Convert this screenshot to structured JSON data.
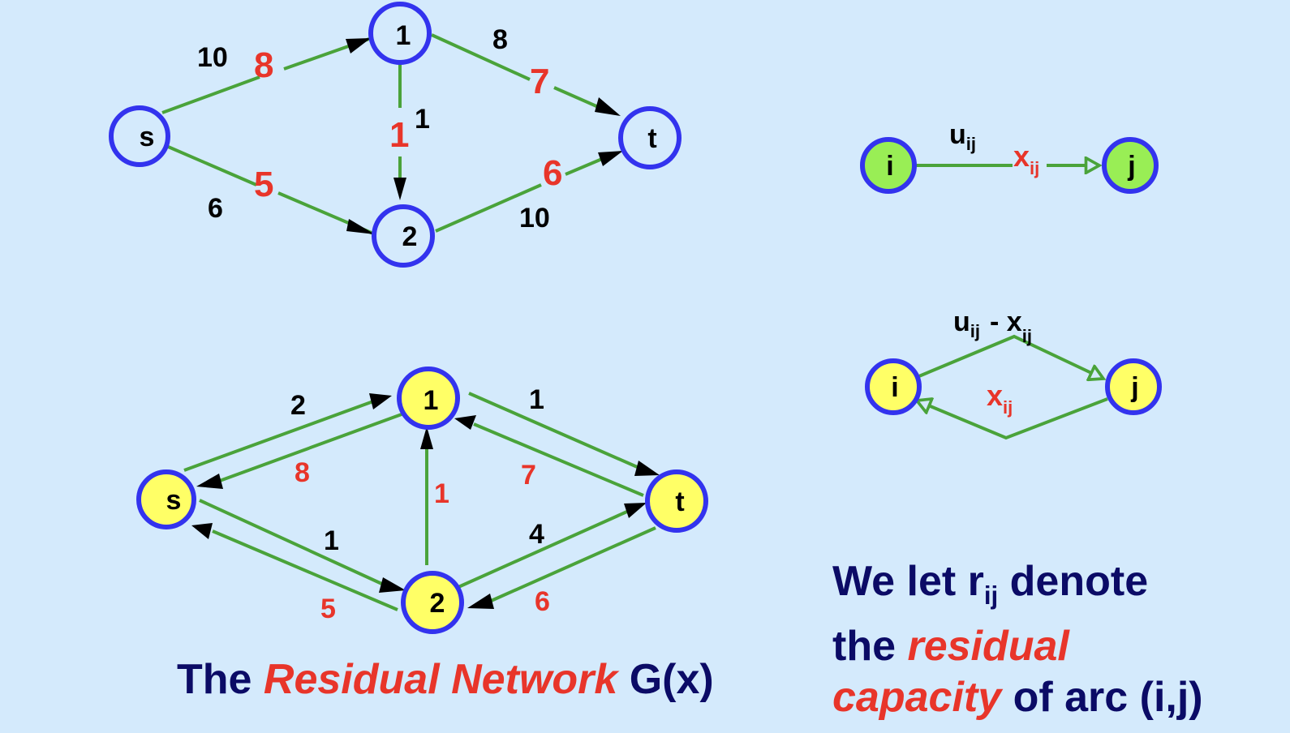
{
  "colors": {
    "background": "#d4eafc",
    "node_stroke": "#3333ee",
    "edge": "#4aa33a",
    "flow_red": "#e8352a",
    "text_navy": "#0b0b66",
    "node_fill_original": "#d4eafc",
    "node_fill_residual": "#ffff66",
    "node_fill_legend_original": "#99ee55"
  },
  "original_network": {
    "nodes": [
      {
        "id": "s",
        "label": "s"
      },
      {
        "id": "1",
        "label": "1"
      },
      {
        "id": "2",
        "label": "2"
      },
      {
        "id": "t",
        "label": "t"
      }
    ],
    "arcs": [
      {
        "from": "s",
        "to": "1",
        "capacity": "10",
        "flow": "8"
      },
      {
        "from": "s",
        "to": "2",
        "capacity": "6",
        "flow": "5"
      },
      {
        "from": "1",
        "to": "2",
        "capacity": "1",
        "flow": "1"
      },
      {
        "from": "1",
        "to": "t",
        "capacity": "8",
        "flow": "7"
      },
      {
        "from": "2",
        "to": "t",
        "capacity": "10",
        "flow": "6"
      }
    ]
  },
  "residual_network": {
    "nodes": [
      {
        "id": "s",
        "label": "s"
      },
      {
        "id": "1",
        "label": "1"
      },
      {
        "id": "2",
        "label": "2"
      },
      {
        "id": "t",
        "label": "t"
      }
    ],
    "arcs": [
      {
        "from": "s",
        "to": "1",
        "residual": "2",
        "kind": "forward"
      },
      {
        "from": "1",
        "to": "s",
        "residual": "8",
        "kind": "backward"
      },
      {
        "from": "s",
        "to": "2",
        "residual": "1",
        "kind": "forward"
      },
      {
        "from": "2",
        "to": "s",
        "residual": "5",
        "kind": "backward"
      },
      {
        "from": "2",
        "to": "1",
        "residual": "1",
        "kind": "backward"
      },
      {
        "from": "1",
        "to": "t",
        "residual": "1",
        "kind": "forward"
      },
      {
        "from": "t",
        "to": "1",
        "residual": "7",
        "kind": "backward"
      },
      {
        "from": "2",
        "to": "t",
        "residual": "4",
        "kind": "forward"
      },
      {
        "from": "t",
        "to": "2",
        "residual": "6",
        "kind": "backward"
      }
    ]
  },
  "legend_original": {
    "node_i": "i",
    "node_j": "j",
    "capacity_main": "u",
    "capacity_sub": "ij",
    "flow_main": "x",
    "flow_sub": "ij"
  },
  "legend_residual": {
    "node_i": "i",
    "node_j": "j",
    "forward_main": "u",
    "forward_sub": "ij",
    "forward_minus": "- x",
    "forward_sub2": "ij",
    "backward_main": "x",
    "backward_sub": "ij"
  },
  "caption_left": {
    "part1": "The ",
    "emphasis": "Residual Network",
    "part2": " G(x)"
  },
  "caption_right": {
    "line1_a": "We let r",
    "line1_sub": "ij",
    "line1_b": " denote",
    "line2_a": "the ",
    "line2_em": "residual",
    "line3_em": "capacity",
    "line3_b": " of arc (i,j)"
  }
}
